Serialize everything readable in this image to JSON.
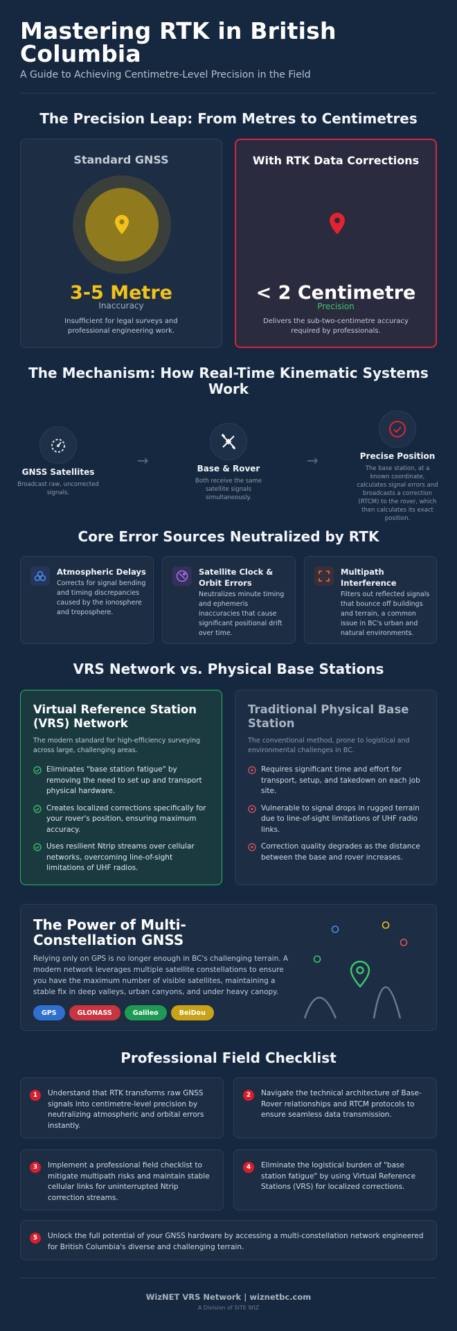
{
  "header": {
    "title_line1": "Mastering RTK in British",
    "title_line2": "Columbia",
    "subtitle": "A Guide to Achieving Centimetre-Level Precision in the Field"
  },
  "precision": {
    "heading": "The Precision Leap: From Metres to Centimetres",
    "standard": {
      "title": "Standard GNSS",
      "value": "3-5 Metre",
      "label": "Inaccuracy",
      "desc": "Insufficient for legal surveys and professional engineering work."
    },
    "rtk": {
      "title": "With RTK Data Corrections",
      "value": "< 2 Centimetre",
      "label": "Precision",
      "desc": "Delivers the sub-two-centimetre accuracy required by professionals."
    }
  },
  "mechanism": {
    "heading_line1": "The Mechanism: How Real-Time Kinematic Systems",
    "heading_line2": "Work",
    "steps": [
      {
        "title": "GNSS Satellites",
        "desc": "Broadcast raw, uncorrected signals.",
        "icon": "satellite-dish-icon"
      },
      {
        "title": "Base & Rover",
        "desc": "Both receive the same satellite signals simultaneously.",
        "icon": "satellite-icon"
      },
      {
        "title": "Precise Position",
        "desc": "The base station, at a known coordinate, calculates signal errors and broadcasts a correction (RTCM) to the rover, which then calculates its exact position.",
        "icon": "target-check-icon"
      }
    ]
  },
  "errors": {
    "heading": "Core Error Sources Neutralized by RTK",
    "items": [
      {
        "title": "Atmospheric Delays",
        "desc": "Corrects for signal bending and timing discrepancies caused by the ionosphere and troposphere.",
        "icon": "atmosphere-icon",
        "color": "#4a8df0"
      },
      {
        "title": "Satellite Clock & Orbit Errors",
        "desc": "Neutralizes minute timing and ephemeris inaccuracies that cause significant positional drift over time.",
        "icon": "orbit-icon",
        "color": "#a470e8"
      },
      {
        "title": "Multipath Interference",
        "desc": "Filters out reflected signals that bounce off buildings and terrain, a common issue in BC's urban and natural environments.",
        "icon": "multipath-icon",
        "color": "#e0764a"
      }
    ]
  },
  "vrs": {
    "heading": "VRS Network vs. Physical Base Stations",
    "network": {
      "title": "Virtual Reference Station (VRS) Network",
      "desc": "The modern standard for high-efficiency surveying across large, challenging areas.",
      "points": [
        "Eliminates \"base station fatigue\" by removing the need to set up and transport physical hardware.",
        "Creates localized corrections specifically for your rover's position, ensuring maximum accuracy.",
        "Uses resilient Ntrip streams over cellular networks, overcoming line-of-sight limitations of UHF radios."
      ]
    },
    "traditional": {
      "title": "Traditional Physical Base Station",
      "desc": "The conventional method, prone to logistical and environmental challenges in BC.",
      "points": [
        "Requires significant time and effort for transport, setup, and takedown on each job site.",
        "Vulnerable to signal drops in rugged terrain due to line-of-sight limitations of UHF radio links.",
        "Correction quality degrades as the distance between the base and rover increases."
      ]
    }
  },
  "multi": {
    "title": "The Power of Multi-Constellation GNSS",
    "desc": "Relying only on GPS is no longer enough in BC's challenging terrain. A modern network leverages multiple satellite constellations to ensure you have the maximum number of visible satellites, maintaining a stable fix in deep valleys, urban canyons, and under heavy canopy.",
    "chips": [
      {
        "label": "GPS",
        "color": "#2f6fd0"
      },
      {
        "label": "GLONASS",
        "color": "#c8343f"
      },
      {
        "label": "Galileo",
        "color": "#1f9a55"
      },
      {
        "label": "BeiDou",
        "color": "#c9a217"
      }
    ]
  },
  "checklist": {
    "heading": "Professional Field Checklist",
    "items": [
      {
        "num": "1",
        "text": "Understand that RTK transforms raw GNSS signals into centimetre-level precision by neutralizing atmospheric and orbital errors instantly."
      },
      {
        "num": "2",
        "text": "Navigate the technical architecture of Base-Rover relationships and RTCM protocols to ensure seamless data transmission."
      },
      {
        "num": "3",
        "text": "Implement a professional field checklist to mitigate multipath risks and maintain stable cellular links for uninterrupted Ntrip correction streams."
      },
      {
        "num": "4",
        "text": "Eliminate the logistical burden of \"base station fatigue\" by using Virtual Reference Stations (VRS) for localized corrections."
      },
      {
        "num": "5",
        "text": "Unlock the full potential of your GNSS hardware by accessing a multi-constellation network engineered for British Columbia's diverse and challenging terrain."
      }
    ]
  },
  "footer": {
    "brand": "WizNET VRS Network | wiznetbc.com",
    "sub": "A Division of SITE WIZ"
  },
  "colors": {
    "background": "#16283f",
    "accent_yellow": "#f2c21b",
    "accent_red": "#e3242f",
    "accent_green": "#3ec46d"
  }
}
